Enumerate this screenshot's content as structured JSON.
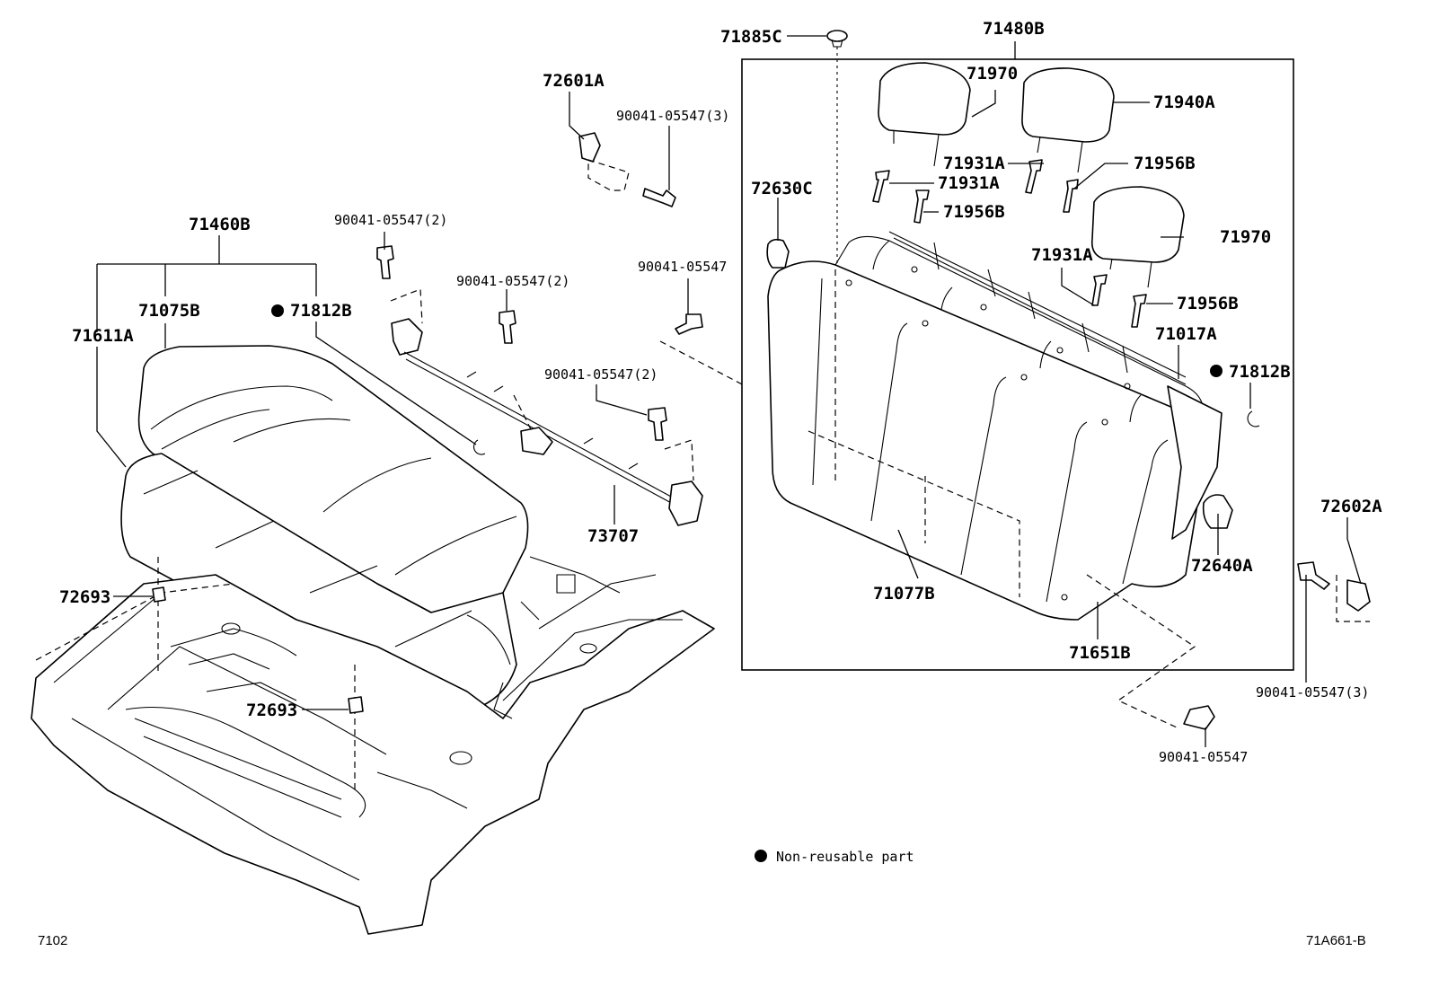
{
  "labels": {
    "p71885C": "71885C",
    "p71480B": "71480B",
    "p72601A": "72601A",
    "p90041_3a": "90041-05547(3)",
    "p71970a": "71970",
    "p71940A": "71940A",
    "p71931A_a": "71931A",
    "p71931A_b": "71931A",
    "p71956B_a": "71956B",
    "p71956B_b": "71956B",
    "p72630C": "72630C",
    "p71460B": "71460B",
    "p90041_2a": "90041-05547(2)",
    "p71970b": "71970",
    "p71931A_c": "71931A",
    "p90041_2b": "90041-05547(2)",
    "p90041_single_a": "90041-05547",
    "p71956B_c": "71956B",
    "p71075B": "71075B",
    "p71812B_a": "71812B",
    "p71611A": "71611A",
    "p71017A": "71017A",
    "p71812B_b": "71812B",
    "p90041_2c": "90041-05547(2)",
    "p72602A": "72602A",
    "p73707": "73707",
    "p72640A": "72640A",
    "p72693a": "72693",
    "p71077B": "71077B",
    "p71651B": "71651B",
    "p90041_3b": "90041-05547(3)",
    "p72693b": "72693",
    "p90041_single_b": "90041-05547"
  },
  "legend": {
    "text": "Non-reusable part"
  },
  "footer": {
    "left_code": "7102",
    "right_code": "71A661-B"
  }
}
